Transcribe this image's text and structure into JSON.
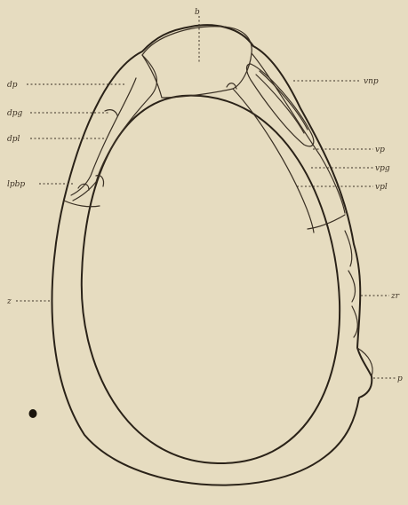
{
  "figure": {
    "labels": {
      "b": "b",
      "dp": "dp",
      "dpg": "dpg",
      "dpl": "dpl",
      "lpbp": "lpbp",
      "z": "z",
      "vnp": "vnp",
      "vp": "vp",
      "vpg": "vpg",
      "vpl": "vpl",
      "zr": "zr",
      "p": "p"
    },
    "colors": {
      "paper": "#e6dcc0",
      "body": "#ece2c8",
      "ink": "#2a2218"
    }
  }
}
